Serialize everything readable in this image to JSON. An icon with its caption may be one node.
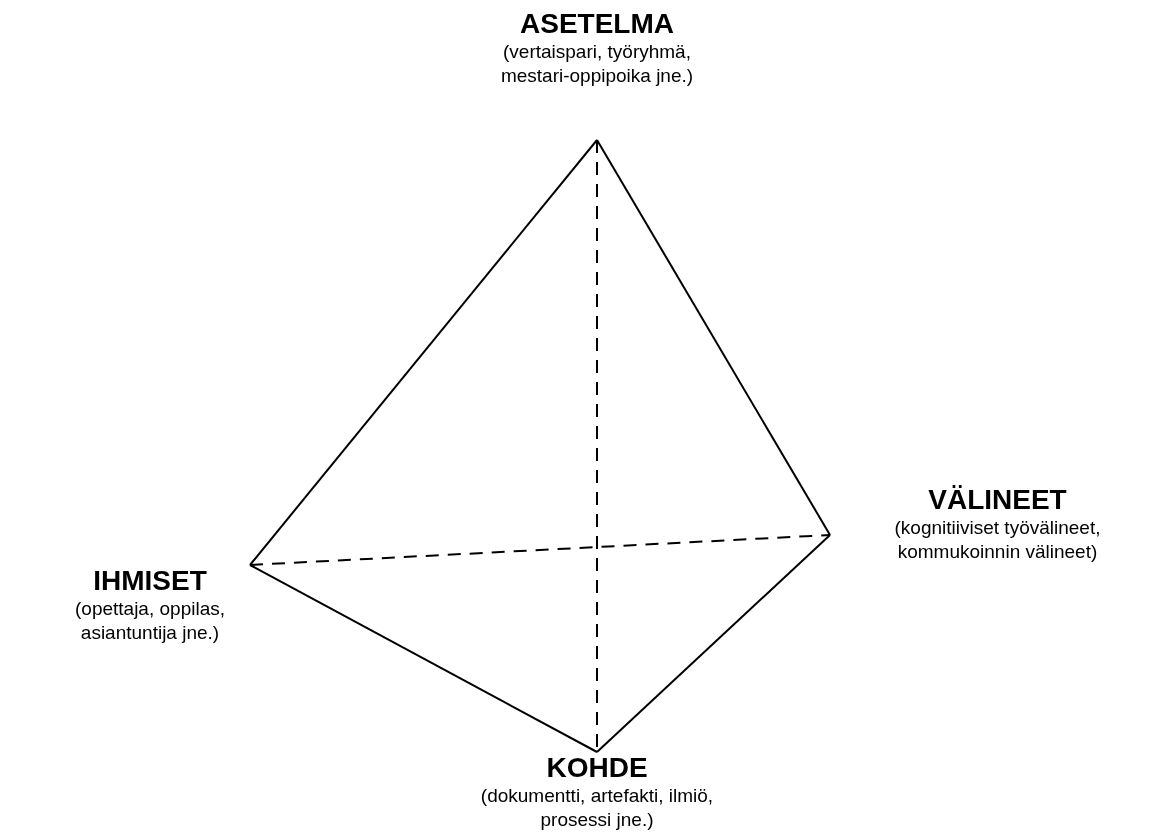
{
  "diagram": {
    "nodes": [
      {
        "text": [
          "ASETELMA",
          "(vertaispari, työryhmä, mestari-oppipoika jne.)"
        ]
      },
      {
        "text": [
          "VÄLINEET",
          "(kognitiiviset työvälineet, kommukoinnin välineet)"
        ]
      },
      {
        "text": [
          "IHMISET",
          "(opettaja, oppilas, asiantuntija jne.)"
        ]
      },
      {
        "text": [
          "KOHDE",
          "(dokumentti, artefakti, ilmiö, prosessi jne.)"
        ]
      }
    ],
    "edges": [
      {
        "from": 0,
        "to": 2,
        "arrow": "none"
      },
      {
        "from": 0,
        "to": 1,
        "arrow": "none"
      },
      {
        "from": 0,
        "to": 3,
        "arrow": "none",
        "style": "dashed"
      },
      {
        "from": 2,
        "to": 1,
        "arrow": "none",
        "style": "dashed"
      },
      {
        "from": 2,
        "to": 3,
        "arrow": "none"
      },
      {
        "from": 1,
        "to": 3,
        "arrow": "none"
      }
    ]
  }
}
